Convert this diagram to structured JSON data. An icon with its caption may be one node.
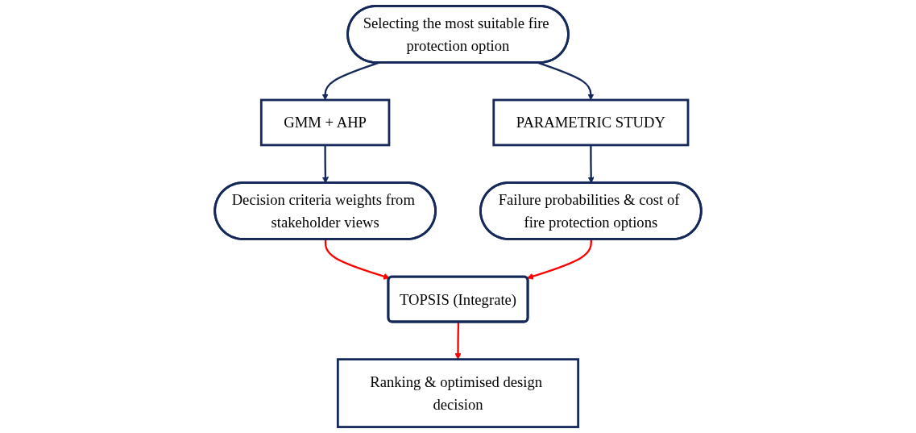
{
  "diagram": {
    "nodes": [
      {
        "text": [
          "Selecting the most suitable fire protection option"
        ]
      },
      {
        "text": [
          "GMM + AHP"
        ]
      },
      {
        "text": [
          "PARAMETRIC STUDY"
        ]
      },
      {
        "text": [
          "Decision criteria weights from stakeholder views"
        ]
      },
      {
        "text": [
          "TOPSIS (Integrate)"
        ]
      },
      {
        "text": [
          "Failure probabilities & cost of fire protection options"
        ]
      },
      {
        "text": [
          "Ranking & optimised design decision"
        ]
      }
    ],
    "edges": [
      {
        "from": 0,
        "to": 1,
        "arrow": "to"
      },
      {
        "from": 0,
        "to": 2,
        "arrow": "to"
      },
      {
        "from": 1,
        "to": 3,
        "arrow": "to"
      },
      {
        "from": 2,
        "to": 5,
        "arrow": "to"
      },
      {
        "from": 3,
        "to": 4,
        "arrow": "to",
        "color": "#ff0000"
      },
      {
        "from": 5,
        "to": 4,
        "arrow": "to",
        "color": "#ff0000"
      },
      {
        "from": 4,
        "to": 6,
        "arrow": "to",
        "color": "#ff0000"
      }
    ]
  }
}
